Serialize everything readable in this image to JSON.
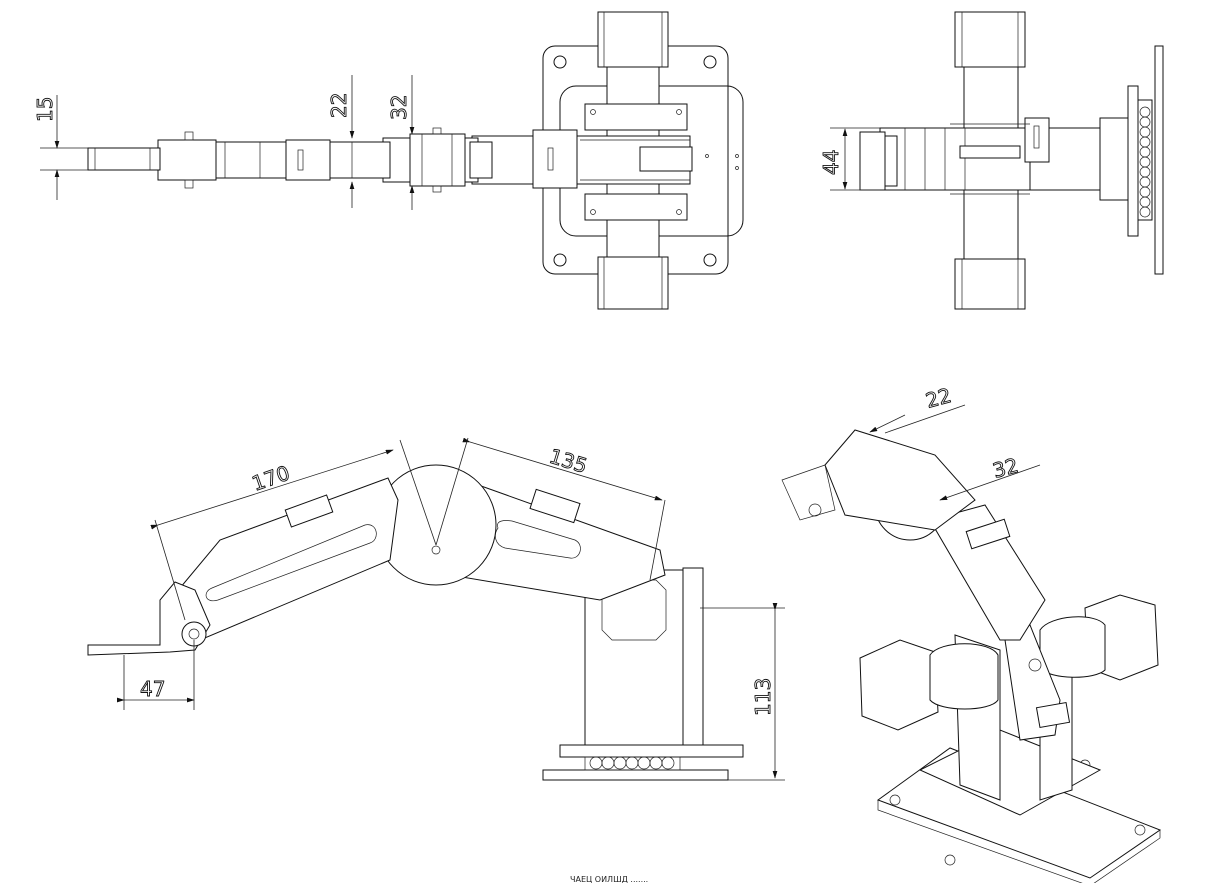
{
  "dimensions": {
    "top_gripper_width": "15",
    "top_link_width": "22",
    "top_link2_width": "32",
    "side_view_width": "44",
    "forearm_length": "170",
    "upper_arm_length": "135",
    "gripper_offset": "47",
    "base_height": "113",
    "iso_link_width": "22",
    "iso_link2_width": "32"
  },
  "footer_text": "ЧАЕЦ ОИЛШД ......."
}
